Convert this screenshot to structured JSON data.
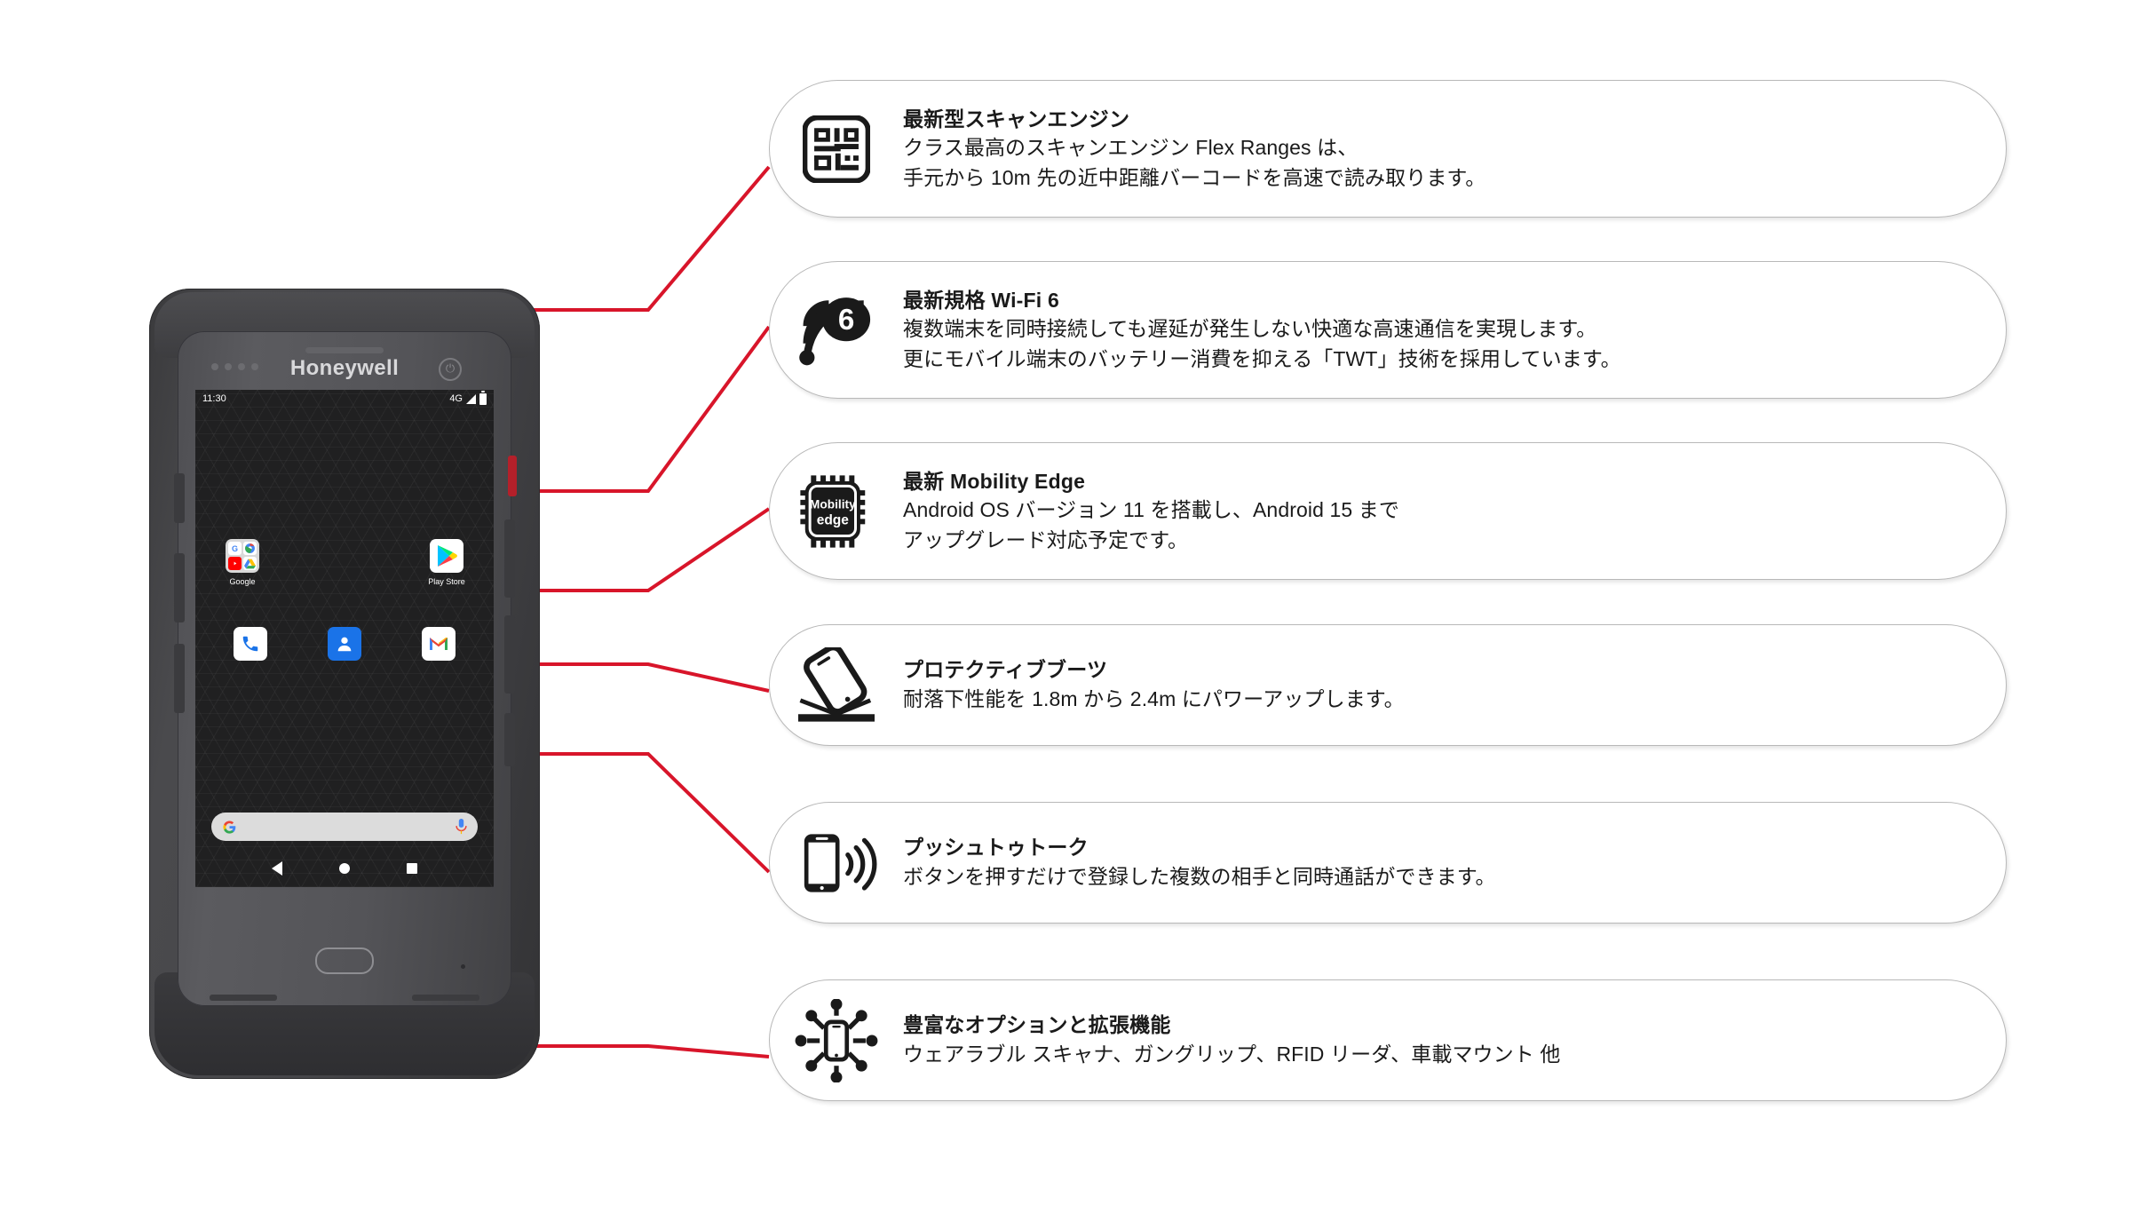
{
  "device": {
    "brand": "Honeywell",
    "status_bar": {
      "time": "11:30",
      "network": "4G"
    },
    "apps_row_top": [
      {
        "name": "Google",
        "label": "Google",
        "icon": "google-folder-icon"
      },
      {
        "name": "Play Store",
        "label": "Play Store",
        "icon": "play-store-icon"
      }
    ],
    "apps_row_mid": [
      {
        "name": "Phone",
        "icon": "phone-icon"
      },
      {
        "name": "Contacts",
        "icon": "contacts-icon"
      },
      {
        "name": "Gmail",
        "icon": "gmail-icon"
      }
    ],
    "search_bar": {
      "leading_icon": "google-g-icon",
      "trailing_icon": "microphone-icon"
    },
    "nav_bar": [
      {
        "name": "Back",
        "icon": "back-triangle-icon"
      },
      {
        "name": "Home",
        "icon": "home-circle-icon"
      },
      {
        "name": "Recents",
        "icon": "recents-square-icon"
      }
    ],
    "power_icon": "power-button-icon"
  },
  "accent_color": "#d8152a",
  "card_border_color": "#b8b8b8",
  "features": [
    {
      "id": "scan-engine",
      "icon": "qr-barcode-icon",
      "title": "最新型スキャンエンジン",
      "lines": [
        "クラス最高のスキャンエンジン Flex Ranges は、",
        "手元から 10m 先の近中距離バーコードを高速で読み取ります。"
      ]
    },
    {
      "id": "wifi6",
      "icon": "wifi-6-icon",
      "title": "最新規格 Wi-Fi 6",
      "lines": [
        "複数端末を同時接続しても遅延が発生しない快適な高速通信を実現します。",
        "更にモバイル端末のバッテリー消費を抑える「TWT」技術を採用しています。"
      ]
    },
    {
      "id": "mobility-edge",
      "icon": "mobility-edge-chip-icon",
      "title": "最新 Mobility Edge",
      "lines": [
        "Android OS バージョン 11 を搭載し、Android 15 まで",
        "アップグレード対応予定です。"
      ]
    },
    {
      "id": "protective-boot",
      "icon": "drop-test-icon",
      "title": "プロテクティブブーツ",
      "lines": [
        "耐落下性能を 1.8m から 2.4m にパワーアップします。"
      ]
    },
    {
      "id": "push-to-talk",
      "icon": "push-to-talk-icon",
      "title": "プッシュトゥトーク",
      "lines": [
        "ボタンを押すだけで登録した複数の相手と同時通話ができます。"
      ]
    },
    {
      "id": "options-expansion",
      "icon": "accessories-network-icon",
      "title": "豊富なオプションと拡張機能",
      "lines": [
        "ウェアラブル スキャナ、ガングリップ、RFID リーダ、車載マウント 他"
      ]
    }
  ],
  "mobility_edge_chip": {
    "line1": "Mobility",
    "line2": "edge"
  },
  "wifi_badge": "6"
}
